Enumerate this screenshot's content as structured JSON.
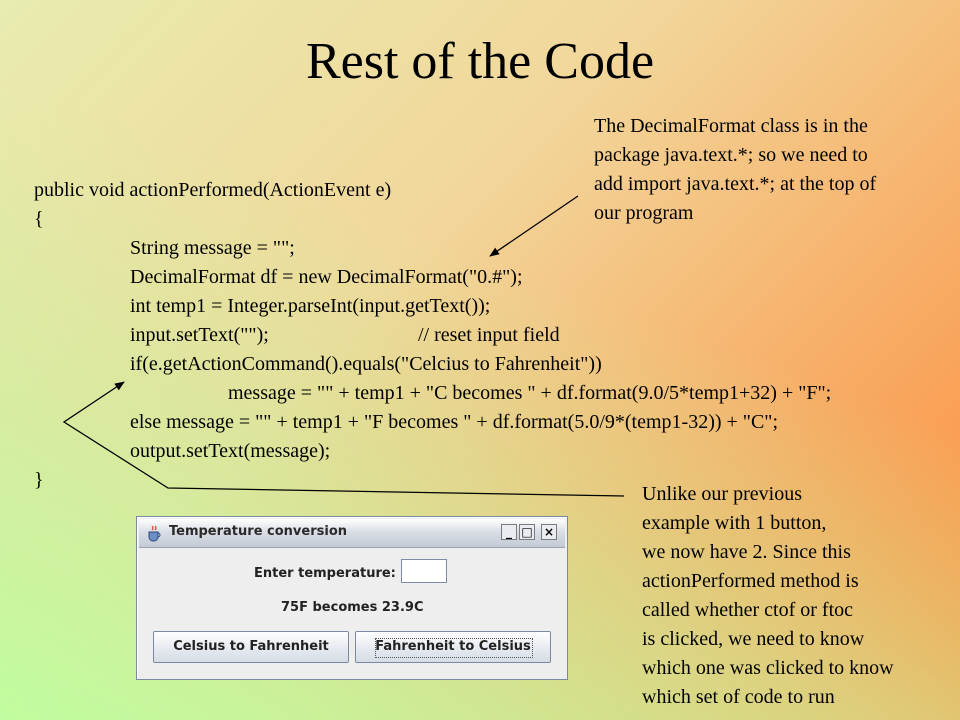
{
  "slide": {
    "title": "Rest of the Code"
  },
  "note_top": [
    "The DecimalFormat class is in the",
    "package java.text.*; so we need to",
    "add import java.text.*; at the top of",
    "our program"
  ],
  "note_bottom": [
    "Unlike our previous",
    "example with 1 button,",
    "we now have 2.  Since this",
    "actionPerformed method is",
    "called whether ctof or ftoc",
    "is clicked, we need to know",
    "which one was clicked to know",
    "which set of code to run"
  ],
  "code": {
    "l1": "public void actionPerformed(ActionEvent e)",
    "l2": "{",
    "l3": "String message = \"\";",
    "l4": "DecimalFormat df = new DecimalFormat(\"0.#\");",
    "l5": "int temp1 = Integer.parseInt(input.getText());",
    "l6a": "input.setText(\"\");",
    "l6b": "// reset input field",
    "l7": "if(e.getActionCommand().equals(\"Celcius to Fahrenheit\"))",
    "l8": "message = \"\" + temp1 + \"C becomes \" + df.format(9.0/5*temp1+32) + \"F\";",
    "l9": "else message = \"\" + temp1 + \"F becomes \" + df.format(5.0/9*(temp1-32)) + \"C\";",
    "l10": "output.setText(message);",
    "l11": "}"
  },
  "window": {
    "title": "Temperature conversion",
    "minimize_glyph": "_",
    "maximize_glyph": "□",
    "close_glyph": "×",
    "prompt": "Enter temperature:",
    "input_value": "",
    "result": "75F becomes 23.9C",
    "button_ctof": "Celsius to Fahrenheit",
    "button_ftoc": "Fahrenheit to Celsius",
    "app_icon": "java-cup-icon"
  }
}
